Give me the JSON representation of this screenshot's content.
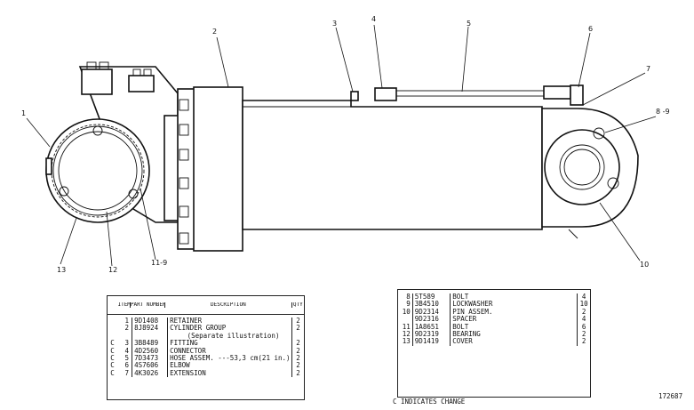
{
  "callouts": [
    "1",
    "2",
    "3",
    "4",
    "5",
    "6",
    "7",
    "8 -9",
    "10",
    "11-9",
    "12",
    "13"
  ],
  "left_table": {
    "headers": {
      "item": "ITEM NO.",
      "part": "PART NUMBER",
      "description": "DESCRIPTION",
      "qty": "QTY"
    },
    "rows": [
      {
        "change": "",
        "item": "1",
        "part": "9D1408",
        "description": "RETAINER",
        "qty": "2"
      },
      {
        "change": "",
        "item": "2",
        "part": "8J8924",
        "description": "CYLINDER GROUP",
        "qty": "2"
      },
      {
        "change": "",
        "item": "",
        "part": "",
        "description": "(Separate illustration)",
        "qty": ""
      },
      {
        "change": "C",
        "item": "3",
        "part": "3B8489",
        "description": "FITTING",
        "qty": "2"
      },
      {
        "change": "C",
        "item": "4",
        "part": "4D2560",
        "description": "CONNECTOR",
        "qty": "2"
      },
      {
        "change": "C",
        "item": "5",
        "part": "7D3473",
        "description": "HOSE ASSEM. ---53,3 cm(21 in.)",
        "qty": "2"
      },
      {
        "change": "C",
        "item": "6",
        "part": "4S7606",
        "description": "ELBOW",
        "qty": "2"
      },
      {
        "change": "C",
        "item": "7",
        "part": "4K3026",
        "description": "EXTENSION",
        "qty": "2"
      }
    ]
  },
  "right_table": {
    "rows": [
      {
        "item": "8",
        "part": "5T589",
        "description": "BOLT",
        "qty": "4"
      },
      {
        "item": "9",
        "part": "3B4510",
        "description": "LOCKWASHER",
        "qty": "10"
      },
      {
        "item": "10",
        "part": "9D2314",
        "description": "PIN ASSEM.",
        "qty": "2"
      },
      {
        "item": "",
        "part": "9D2316",
        "description": "SPACER",
        "qty": "4"
      },
      {
        "item": "11",
        "part": "1A8651",
        "description": "BOLT",
        "qty": "6"
      },
      {
        "item": "12",
        "part": "9D2319",
        "description": "BEARING",
        "qty": "2"
      },
      {
        "item": "13",
        "part": "9D1419",
        "description": "COVER",
        "qty": "2"
      }
    ]
  },
  "change_note": "C INDICATES CHANGE",
  "drawing_number": "172687"
}
